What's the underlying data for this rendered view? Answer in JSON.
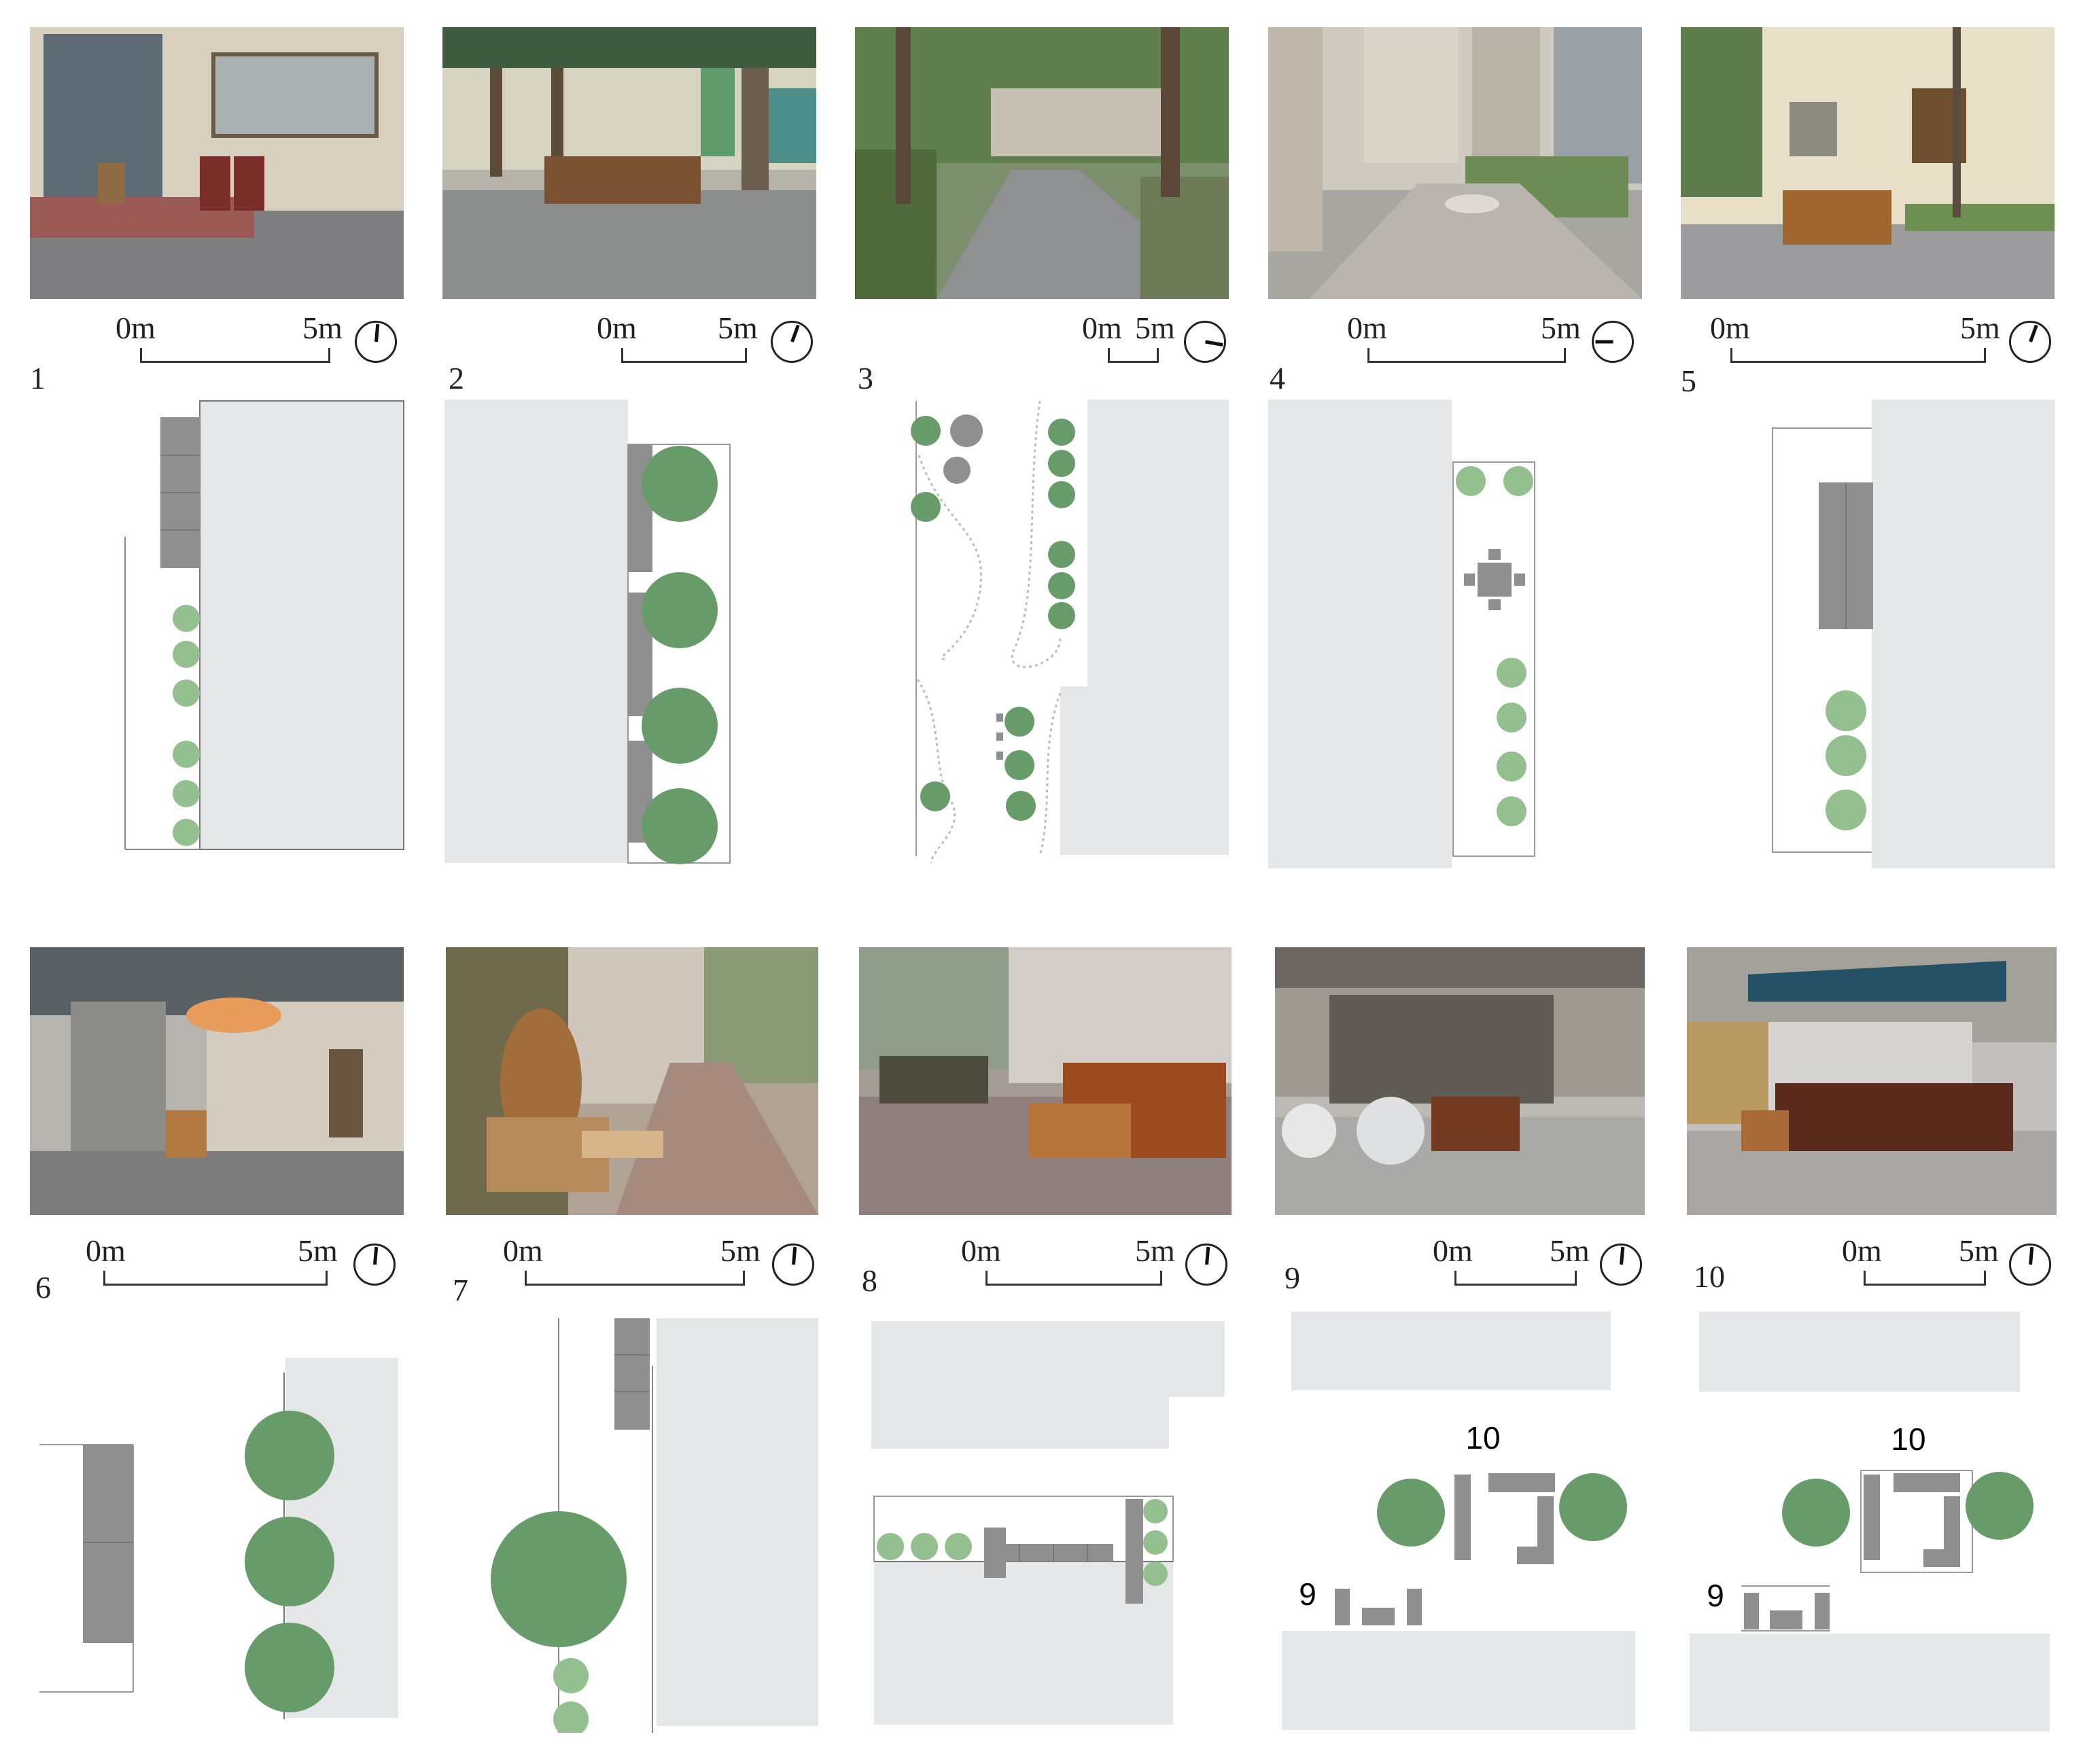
{
  "scale": {
    "start": "0m",
    "end": "5m"
  },
  "panels": [
    {
      "id": "1",
      "label": "1",
      "north_deg": 5
    },
    {
      "id": "2",
      "label": "2",
      "north_deg": 20
    },
    {
      "id": "3",
      "label": "3",
      "north_deg": 100
    },
    {
      "id": "4",
      "label": "4",
      "north_deg": -90
    },
    {
      "id": "5",
      "label": "5",
      "north_deg": 20
    },
    {
      "id": "6",
      "label": "6",
      "north_deg": 5
    },
    {
      "id": "7",
      "label": "7",
      "north_deg": 5
    },
    {
      "id": "8",
      "label": "8",
      "north_deg": 5
    },
    {
      "id": "9",
      "label": "9",
      "north_deg": 5
    },
    {
      "id": "10",
      "label": "10",
      "north_deg": 5
    }
  ],
  "plan_markers": {
    "marker_9": "9",
    "marker_10": "10"
  },
  "colors": {
    "building": "#e5e7e9",
    "furniture": "#8f8f8f",
    "tree": "#679c6a",
    "tree_light": "#94bf8e",
    "line": "#666666"
  }
}
